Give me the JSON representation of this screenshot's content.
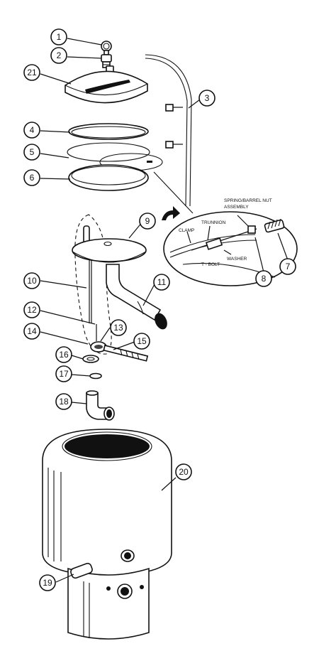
{
  "callouts": [
    {
      "id": "c1",
      "label": "1"
    },
    {
      "id": "c2",
      "label": "2"
    },
    {
      "id": "c3",
      "label": "3"
    },
    {
      "id": "c4",
      "label": "4"
    },
    {
      "id": "c5",
      "label": "5"
    },
    {
      "id": "c6",
      "label": "6"
    },
    {
      "id": "c7",
      "label": "7"
    },
    {
      "id": "c8",
      "label": "8"
    },
    {
      "id": "c9",
      "label": "9"
    },
    {
      "id": "c10",
      "label": "10"
    },
    {
      "id": "c11",
      "label": "11"
    },
    {
      "id": "c12",
      "label": "12"
    },
    {
      "id": "c13",
      "label": "13"
    },
    {
      "id": "c14",
      "label": "14"
    },
    {
      "id": "c15",
      "label": "15"
    },
    {
      "id": "c16",
      "label": "16"
    },
    {
      "id": "c17",
      "label": "17"
    },
    {
      "id": "c18",
      "label": "18"
    },
    {
      "id": "c19",
      "label": "19"
    },
    {
      "id": "c20",
      "label": "20"
    },
    {
      "id": "c21",
      "label": "21"
    }
  ],
  "detail_labels": {
    "spring_line1": "SPRING/BARREL NUT",
    "spring_line2": "ASSEMBLY",
    "trunnion": "TRUNNION",
    "clamp": "CLAMP",
    "washer": "WASHER",
    "tbolt": "T - BOLT"
  }
}
